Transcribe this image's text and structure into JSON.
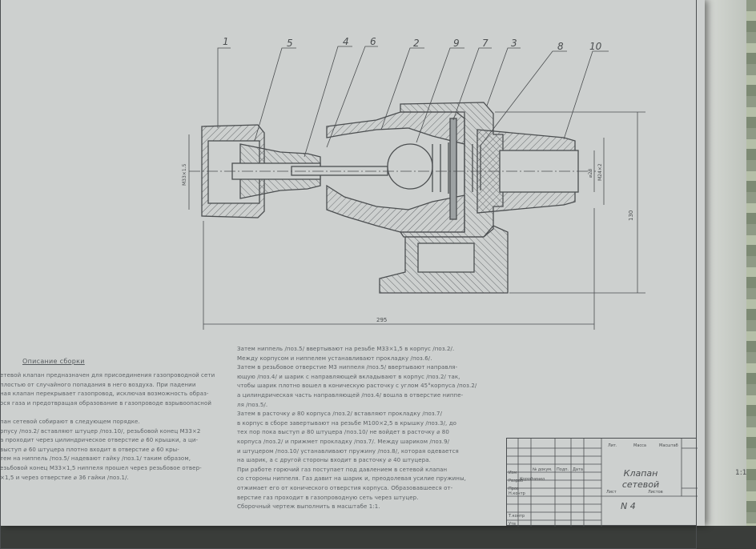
{
  "drawing": {
    "part_numbers": [
      "1",
      "5",
      "4",
      "6",
      "2",
      "9",
      "7",
      "3",
      "8",
      "10"
    ],
    "dims": {
      "overall_length": "295",
      "height": "130",
      "thread_left": "М33×1.5",
      "dia_inner": "⌀28",
      "thread_right": "М24×2"
    }
  },
  "notes": {
    "title": "Описание сборки",
    "left_lines": [
      "етевой клапан предназначен для присоединения газопроводной сети",
      "плостью от случайного попадания в него воздуха. При падении",
      "ная клапан перекрывает газопровод, исключая возможность образ-",
      "ося газа и предотвращая образование в газопроводе взрывоопасной",
      "",
      "пан сетевой собирают в следующем порядке.",
      "рпусу /поз.2/ вставляют штуцер /поз.10/, резьбовой конец М33×2",
      "а проходит через цилиндрическое отверстие ⌀ 60 крышки, а ци-",
      "выступ ⌀ 60 штуцера плотно входит в отверстие ⌀ 60 кры-",
      "тем на ниппель /поз.5/ надевают гайку /поз.1/ таким образом,",
      "езьбовой конец М33×1,5 ниппеля прошел через резьбовое отвер-",
      "×1,5 и через отверстие ⌀ 36 гайки /поз.1/."
    ],
    "right_lines": [
      "Затем ниппель /поз.5/ ввертывают на резьбе М33×1,5 в корпус /поз.2/.",
      "Между корпусом и ниппелем устанавливают прокладку /поз.6/.",
      "Затем в резьбовое отверстие М3 ниппеля /поз.5/ ввертывают направля-",
      "ющую /поз.4/ и шарик с направляющей вкладывают в корпус /поз.2/ так,",
      "чтобы шарик плотно вошел в коническую расточку с углом 45°корпуса /поз.2/",
      "а цилиндрическая часть направляющей /поз.4/ вошла в отверстие ниппе-",
      "ля /поз.5/.",
      "Затем в расточку ⌀ 80 корпуса /поз.2/ вставляют прокладку /поз.7/",
      "в корпус в сборе завертывают на резьбе М100×2,5 в крышку /поз.3/, до",
      "тех пор пока выступ ⌀ 80 штуцера /поз.10/ не войдет в расточку ⌀ 80",
      "корпуса /поз.2/ и прижмет прокладку /поз.7/. Между шариком /поз.9/",
      "и штуцером /поз.10/ устанавливают пружину /поз.8/, которая одевается",
      "на шарик, а с другой стороны входит в расточку ⌀ 40 штуцера.",
      "При работе горючий газ поступает под давлением в сетевой клапан",
      "со стороны ниппеля. Газ давит на шарик и, преодолевая усилие пружины,",
      "отжимает его от конического отверстия корпуса. Образовавшееся от-",
      "верстие газ проходит в газопроводную сеть через штуцер.",
      "Сборочный чертеж выполнить в масштабе 1:1."
    ]
  },
  "title_block": {
    "name_line1": "Клапан",
    "name_line2": "сетевой",
    "number": "N 4",
    "scale": "1:1",
    "headers": [
      "Лит.",
      "Масса",
      "Масштаб"
    ],
    "row_labels": [
      "Изм",
      "Разраб",
      "Пров",
      "Н.контр",
      "Утв",
      "Т.контр"
    ],
    "col_labels": [
      "№ докум.",
      "Подп.",
      "Дата"
    ],
    "sheet": "Лист",
    "sheets": "Листов",
    "author": "Коробченко"
  },
  "colors": {
    "paper": "#cdd0cf",
    "ink": "#4b4e50"
  }
}
